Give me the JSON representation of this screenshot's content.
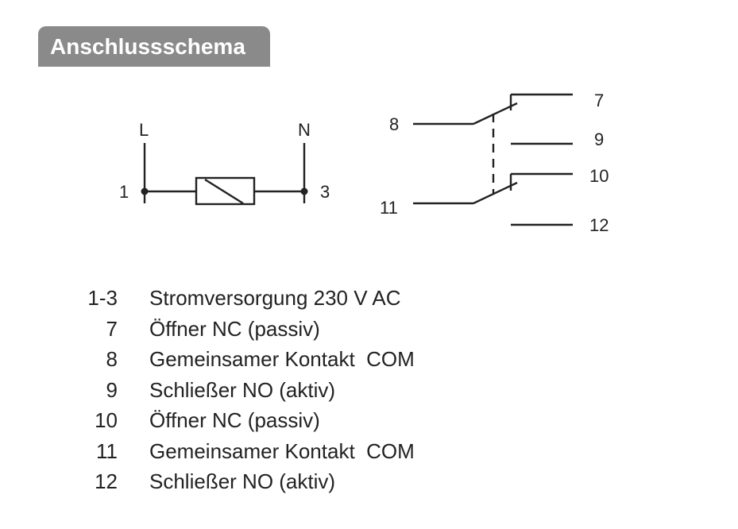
{
  "header": {
    "title": "Anschlussschema"
  },
  "diagram": {
    "coil": {
      "label_L": "L",
      "label_N": "N",
      "terminal_left": "1",
      "terminal_right": "3"
    },
    "contacts": {
      "t7": "7",
      "t8": "8",
      "t9": "9",
      "t10": "10",
      "t11": "11",
      "t12": "12"
    }
  },
  "legend": [
    {
      "term": "1-3",
      "desc": "Stromversorgung 230 V AC"
    },
    {
      "term": "7",
      "desc": "Öffner NC (passiv)"
    },
    {
      "term": "8",
      "desc": "Gemeinsamer Kontakt  COM"
    },
    {
      "term": "9",
      "desc": "Schließer NO (aktiv)"
    },
    {
      "term": "10",
      "desc": "Öffner NC (passiv)"
    },
    {
      "term": "11",
      "desc": "Gemeinsamer Kontakt  COM"
    },
    {
      "term": "12",
      "desc": "Schließer NO (aktiv)"
    }
  ]
}
